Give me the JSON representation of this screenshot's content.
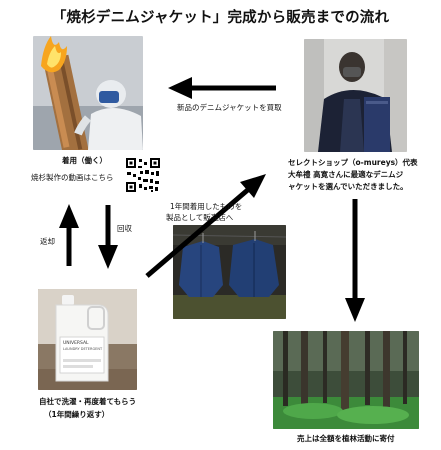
{
  "title": "「焼杉デニムジャケット」完成から販売までの流れ",
  "photos": {
    "burning": "burning-cedar-photo",
    "shop_owner": "shop-owner-photo",
    "jackets": "denim-jackets-photo",
    "bottle": "detergent-bottle-photo",
    "forest": "cedar-forest-photo"
  },
  "labels": {
    "buy_new": "新品のデニムジャケットを買取",
    "wear": "着用（働く）",
    "qr_text": "焼杉製作の動画はこちら",
    "shop_line1": "セレクトショップ（o-mureys）代表",
    "shop_line2": "大牟禮 高寛さんに最適なデニムジ",
    "shop_line3": "ャケットを選んでいただきました。",
    "return": "返却",
    "collect": "回収",
    "sell_line1": "1年間着用したものを",
    "sell_line2": "製品として販売店へ",
    "wash_line1": "自社で洗濯・再度着てもらう",
    "wash_line2": "（1年間繰り返す）",
    "donate": "売上は全額を植林活動に寄付"
  },
  "bottle_label": {
    "line1": "UNIVERSAL",
    "line2": "LAUNDRY DETERGENT"
  }
}
